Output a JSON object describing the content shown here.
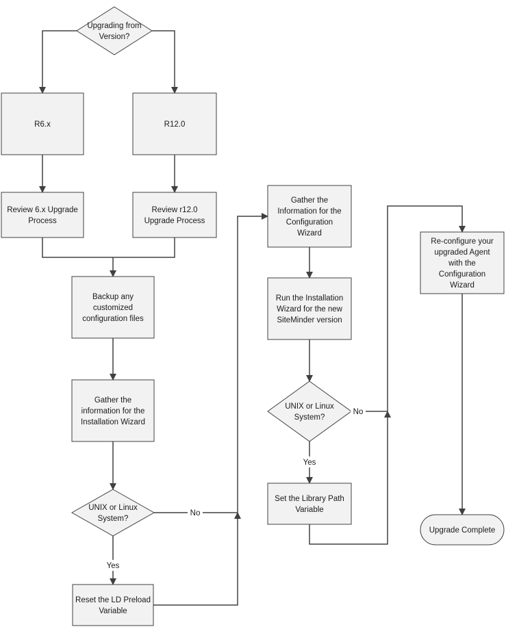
{
  "flowchart": {
    "nodes": {
      "upgrading_from": {
        "shape": "decision",
        "lines": [
          "Upgrading from",
          "Version?"
        ]
      },
      "r6x": {
        "shape": "process",
        "lines": [
          "R6.x"
        ]
      },
      "r12": {
        "shape": "process",
        "lines": [
          "R12.0"
        ]
      },
      "review_6x": {
        "shape": "process",
        "lines": [
          "Review 6.x Upgrade",
          "Process"
        ]
      },
      "review_r12": {
        "shape": "process",
        "lines": [
          "Review r12.0",
          "Upgrade Process"
        ]
      },
      "backup": {
        "shape": "process",
        "lines": [
          "Backup any",
          "customized",
          "configuration files"
        ]
      },
      "gather_install": {
        "shape": "process",
        "lines": [
          "Gather the",
          "information for the",
          "Installation Wizard"
        ]
      },
      "unix_1": {
        "shape": "decision",
        "lines": [
          "UNIX or Linux",
          "System?"
        ]
      },
      "reset_ld": {
        "shape": "process",
        "lines": [
          "Reset the LD Preload",
          "Variable"
        ]
      },
      "gather_config": {
        "shape": "process",
        "lines": [
          "Gather the",
          "Information for the",
          "Configuration",
          "Wizard"
        ]
      },
      "run_install": {
        "shape": "process",
        "lines": [
          "Run the Installation",
          "Wizard for the new",
          "SiteMinder version"
        ]
      },
      "unix_2": {
        "shape": "decision",
        "lines": [
          "UNIX or Linux",
          "System?"
        ]
      },
      "set_lib": {
        "shape": "process",
        "lines": [
          "Set the Library Path",
          "Variable"
        ]
      },
      "reconfigure": {
        "shape": "process",
        "lines": [
          "Re-configure your",
          "upgraded Agent",
          "with the",
          "Configuration",
          "Wizard"
        ]
      },
      "complete": {
        "shape": "terminator",
        "lines": [
          "Upgrade Complete"
        ]
      }
    },
    "edge_labels": {
      "unix1_no": "No",
      "unix1_yes": "Yes",
      "unix2_no": "No",
      "unix2_yes": "Yes"
    },
    "colors": {
      "node_fill": "#f2f2f2",
      "stroke": "#404040",
      "text": "#1a1a1a"
    }
  }
}
